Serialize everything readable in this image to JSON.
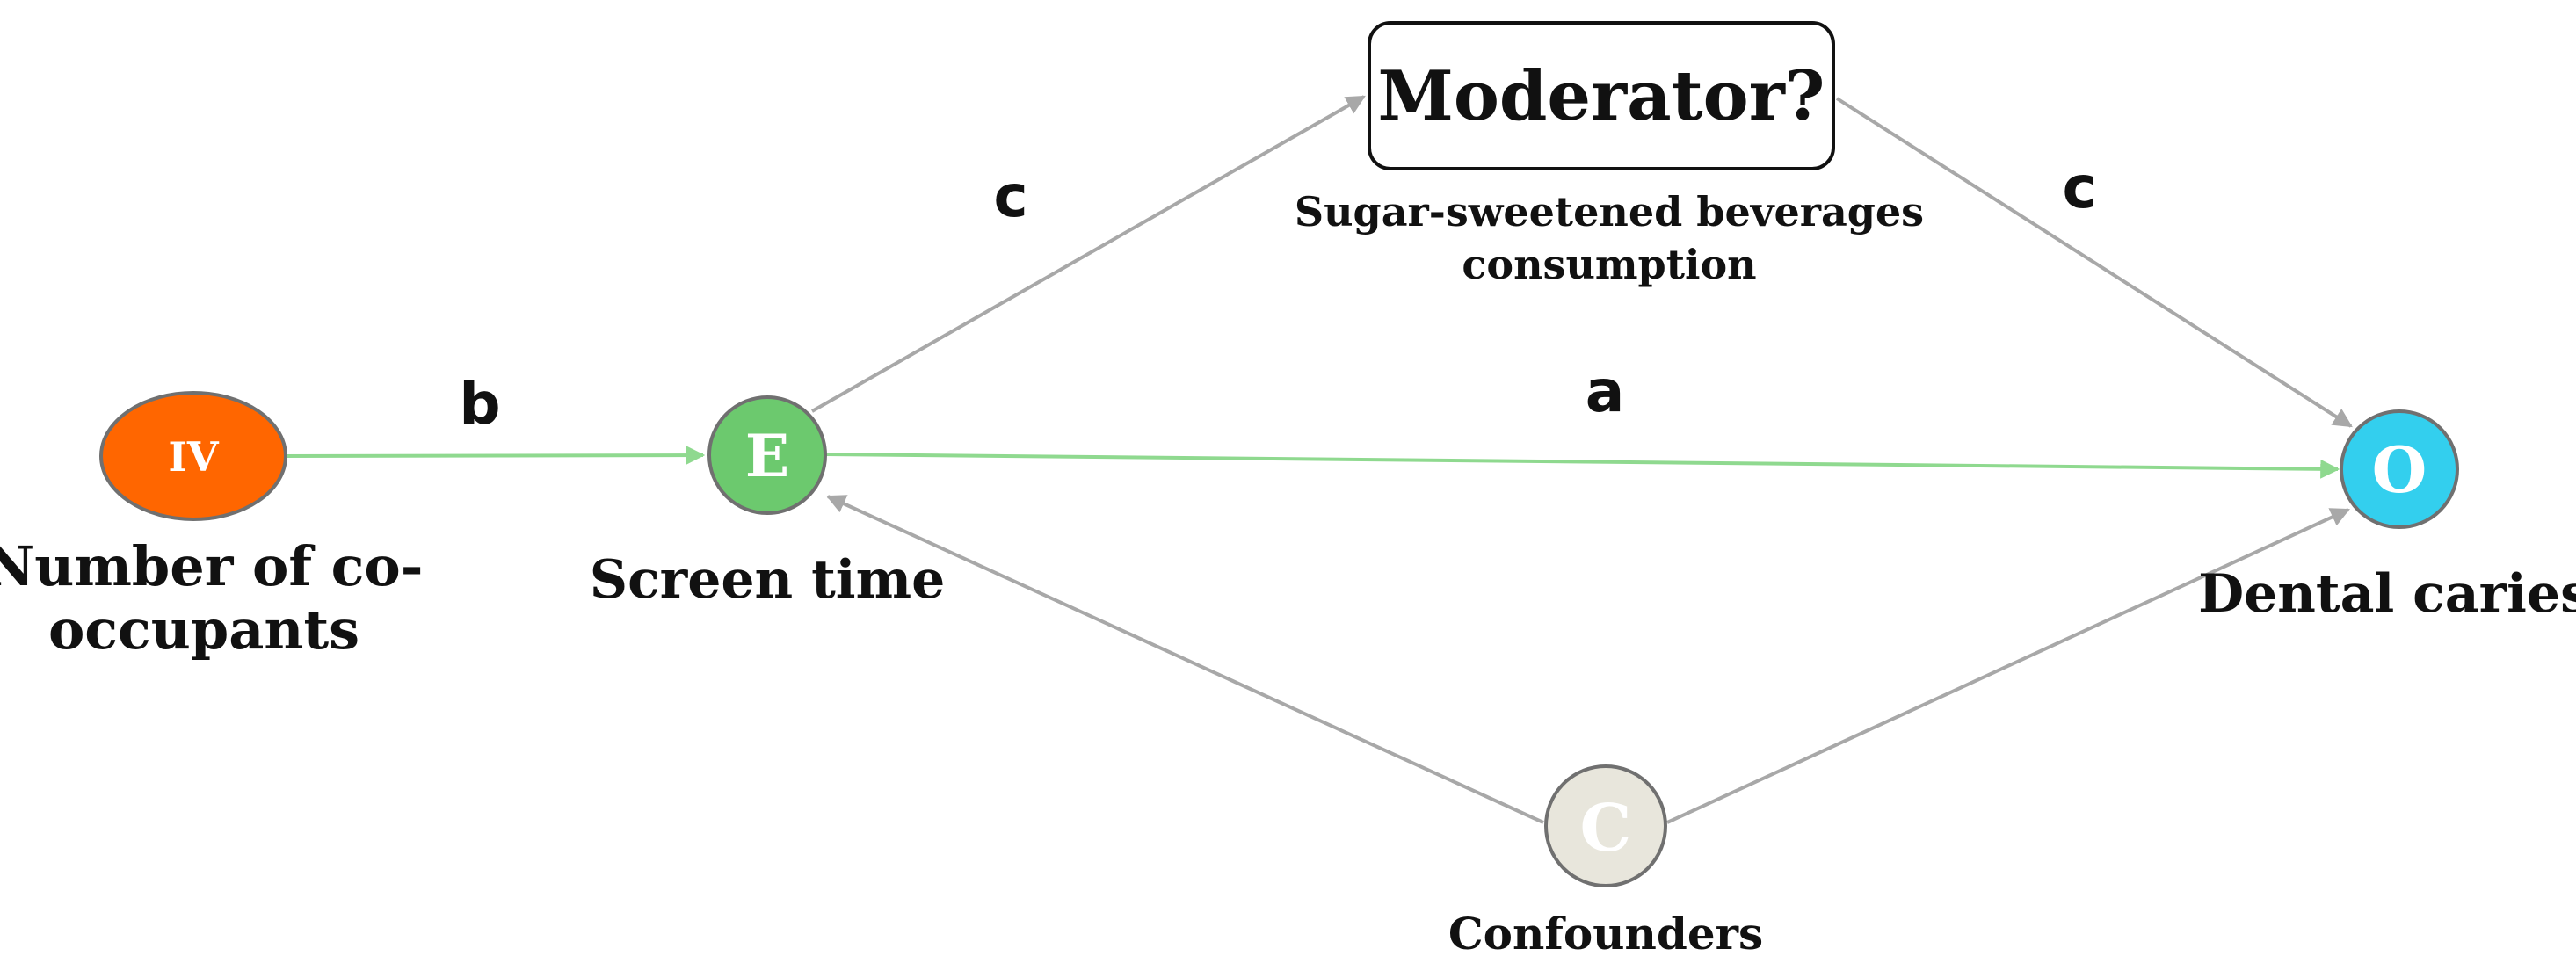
{
  "colors": {
    "iv_fill": "#ff6600",
    "exposure_fill": "#6cc96e",
    "outcome_fill": "#33cfee",
    "confounder_fill": "#e8e6dc",
    "node_stroke": "#707070",
    "green_edge": "#8fd98f",
    "gray_edge": "#a8a8a8"
  },
  "nodes": {
    "iv": {
      "letter": "IV",
      "label_line1": "Number of co-",
      "label_line2": "occupants"
    },
    "exposure": {
      "letter": "E",
      "label": "Screen time"
    },
    "outcome": {
      "letter": "O",
      "label": "Dental caries"
    },
    "confounder": {
      "letter": "C",
      "label": "Confounders"
    },
    "moderator": {
      "title": "Moderator?",
      "label_line1": "Sugar-sweetened beverages",
      "label_line2": "consumption"
    }
  },
  "edges": {
    "iv_to_e": "b",
    "e_to_o": "a",
    "e_to_moderator": "c",
    "moderator_to_o": "c"
  }
}
